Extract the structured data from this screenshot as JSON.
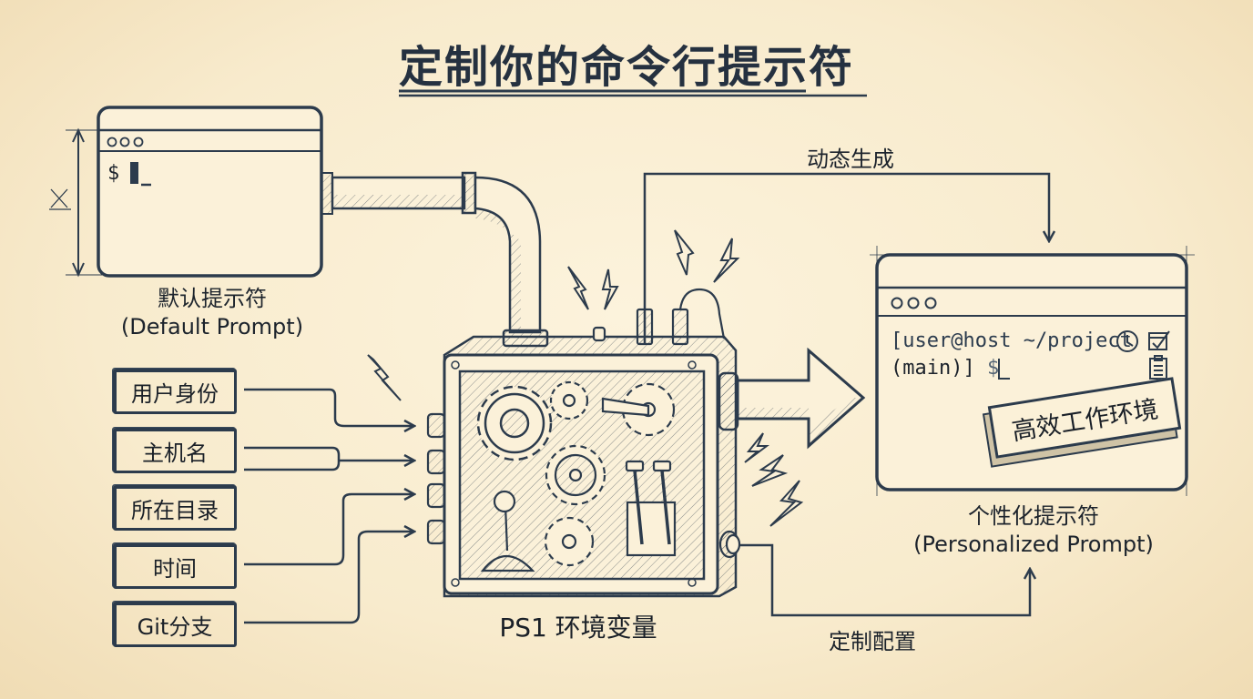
{
  "title": "定制你的命令行提示符",
  "default_terminal": {
    "prompt_symbol": "$",
    "caption_zh": "默认提示符",
    "caption_en": "(Default Prompt)"
  },
  "inputs": [
    {
      "label": "用户身份"
    },
    {
      "label": "主机名"
    },
    {
      "label": "所在目录"
    },
    {
      "label": "时间"
    },
    {
      "label": "Git分支"
    }
  ],
  "machine": {
    "label": "PS1 环境变量"
  },
  "flows": {
    "dynamic": "动态生成",
    "config": "定制配置"
  },
  "personalized_terminal": {
    "line1": "[user@host ~/project",
    "line2_prefix": "(main)] ",
    "line2_symbol": "$",
    "icons": [
      "clock-icon",
      "calendar-check-icon",
      "clipboard-list-icon"
    ],
    "badge": "高效工作环境",
    "caption_zh": "个性化提示符",
    "caption_en": "(Personalized Prompt)"
  },
  "colors": {
    "ink": "#2c3b4c",
    "paper": "#f8ebcd",
    "text": "#1c232c"
  }
}
